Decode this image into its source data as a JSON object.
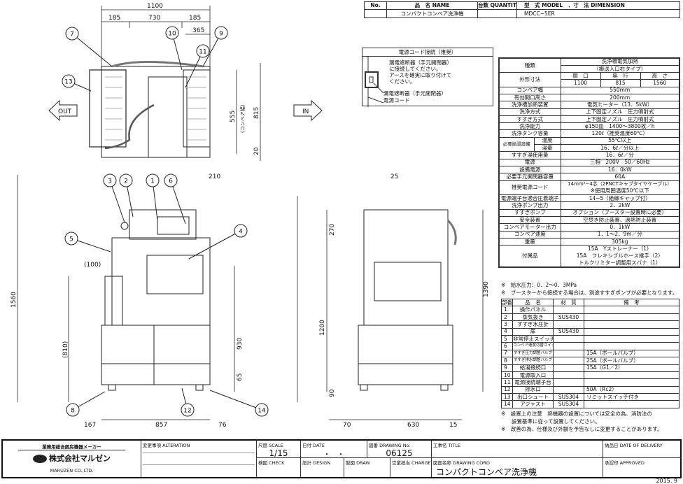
{
  "header": {
    "no": "No.",
    "name_label": "品　名 NAME",
    "quantity_label": "台数 QUANTITY",
    "model_label": "型　式 MODEL　．寸　法 DIMENSION",
    "product_name": "コンパクトコンベア洗浄機",
    "model": "MDCC−5ER"
  },
  "power_cord_box": {
    "title": "電源コード接続（推奨）",
    "text1": "漏電遮断器（手元開閉器）",
    "text2": "に接続してください。",
    "text3": "アースを確実に取り付けて",
    "text4": "ください。",
    "label_breaker": "漏電遮断器（手元開閉器）",
    "label_cord": "電源コード"
  },
  "spec": {
    "type_label": "種類",
    "type_value1": "洗浄槽電気加熱",
    "type_value2": "（搬送入口右タイプ）",
    "dim_label": "外形寸法",
    "dim_w_label": "間　口",
    "dim_d_label": "奥　行",
    "dim_h_label": "高　さ",
    "dim_w": "1100",
    "dim_d": "815",
    "dim_h": "1560",
    "rows": [
      {
        "label": "コンベア幅",
        "value": "550mm"
      },
      {
        "label": "有効開口高さ",
        "value": "200mm"
      },
      {
        "label": "洗浄槽加熱装置",
        "value": "電気ヒーター（13．5kW）"
      },
      {
        "label": "洗浄方式",
        "value": "上下固定ノズル　圧力噴射式"
      },
      {
        "label": "すすぎ方式",
        "value": "上下固定ノズル　圧力噴射式"
      },
      {
        "label": "洗浄能力",
        "value": "φ150皿　1400〜3800枚／h"
      },
      {
        "label": "洗浄タンク容量",
        "value": "120ℓ（推奨温度60℃）"
      }
    ],
    "hotwater_label": "必要給湯設備",
    "hotwater_temp_label": "温度",
    "hotwater_temp": "55℃以上",
    "hotwater_flow_label": "湯量",
    "hotwater_flow": "16．6ℓ／分以上",
    "rows2": [
      {
        "label": "すすぎ湯使用量",
        "value": "16．6ℓ／分"
      },
      {
        "label": "電源",
        "value": "三相　200V　50／60Hz"
      },
      {
        "label": "設備電源",
        "value": "16．0kW"
      },
      {
        "label": "必要手元開閉器容量",
        "value": "60A"
      }
    ],
    "cord_label": "推奨電源コード",
    "cord_value1": "14mm²−4芯（2PNCTキャブタイヤケーブル）",
    "cord_value2": "※使用周囲温度50℃以下",
    "rows3": [
      {
        "label": "電源端子台適合圧着端子",
        "value": "14−5（絶縁キャップ付）"
      },
      {
        "label": "洗浄ポンプ出力",
        "value": "2．2kW"
      },
      {
        "label": "すすぎポンプ",
        "value": "オプション（ブースター設置時に必要）"
      },
      {
        "label": "安全装置",
        "value": "空焚き防止装置、過熱防止装置"
      },
      {
        "label": "コンベアモーター出力",
        "value": "0．1kW"
      },
      {
        "label": "コンベア速度",
        "value": "1．1〜2．9m／分"
      },
      {
        "label": "重量",
        "value": "305kg"
      }
    ],
    "accessories_label": "付属品",
    "accessories": [
      "15A　Yストレーナー（1）",
      "15A　フレキシブルホース継手（2）",
      "トルクリミター調整用スパナ（1）"
    ],
    "notes": [
      "※　給水圧力：0．2〜0．3MPa",
      "※　ブースターから接続する場合は、別途すすぎポンプが必要となります。"
    ]
  },
  "parts": {
    "headers": [
      "部番",
      "品　名",
      "材　質",
      "備　考"
    ],
    "rows": [
      [
        "1",
        "操作パネル",
        "",
        ""
      ],
      [
        "2",
        "蒸気抜き",
        "SUS430",
        ""
      ],
      [
        "3",
        "すすぎ水圧計",
        "",
        ""
      ],
      [
        "4",
        "扉",
        "SUS430",
        ""
      ],
      [
        "5",
        "非常停止スイッチ",
        "",
        ""
      ],
      [
        "6",
        "コンベア速度切替スイッチ",
        "",
        ""
      ],
      [
        "7",
        "すすぎ圧力調整バルブ",
        "",
        "15A（ボールバルブ）"
      ],
      [
        "8",
        "すすぎ排水調整バルブ",
        "",
        "25A（ボールバルブ）"
      ],
      [
        "9",
        "給湯接続口",
        "",
        "15A（G1／2）"
      ],
      [
        "10",
        "電源取入口",
        "",
        ""
      ],
      [
        "11",
        "電源接続端子台",
        "",
        ""
      ],
      [
        "12",
        "排水口",
        "",
        "50A（Rc2）"
      ],
      [
        "13",
        "出口シュート",
        "SUS304",
        "リミットスイッチ付き"
      ],
      [
        "14",
        "アジャスト",
        "SUS304",
        ""
      ]
    ],
    "notes": [
      "※　設置上の注意　熱機器の設置については安全の為、消防法の",
      "　　設置基準に従って設置してください。",
      "※　改善の為、仕様及び外観を予告なしに変更することがあります。"
    ]
  },
  "drawing": {
    "dims": {
      "d1100": "1100",
      "d185a": "185",
      "d730": "730",
      "d185b": "185",
      "d365": "365",
      "d555": "555",
      "conveyor_width": "(コンベア幅)",
      "d815": "815",
      "d20": "20",
      "d210": "210",
      "d25": "25",
      "d100": "(100)",
      "d810": "(810)",
      "d1560": "1560",
      "d930": "930",
      "d65": "65",
      "d167": "167",
      "d857": "857",
      "d76": "76",
      "d270": "270",
      "d1200": "1200",
      "d1390": "1390",
      "d90": "90",
      "d70": "70",
      "d630": "630",
      "d15": "15"
    },
    "out_label": "OUT",
    "in_label": "IN",
    "balloons": [
      "1",
      "2",
      "3",
      "4",
      "5",
      "6",
      "7",
      "8",
      "9",
      "10",
      "11",
      "12",
      "13",
      "14"
    ]
  },
  "titleblock": {
    "maker_tagline": "業務用総合厨房機器メーカー",
    "company_jp": "株式会社マルゼン",
    "company_en": "MARUZEN CO.,LTD.",
    "alteration_label": "変更事項 ALTERATION",
    "scale_label": "尺度 SCALE",
    "scale": "1/15",
    "date_label": "日付 DATE",
    "date": "・　・",
    "drawing_no_label": "図番 DRAWING No.",
    "drawing_no": "06125",
    "title_label": "工事名 TITLE",
    "delivery_label": "納品日 DATE OF DELIVERY",
    "check_label": "検図 CHECK",
    "design_label": "設計 DESIGN",
    "draw_label": "製図 DRAW",
    "charge_label": "営業担当 CHARGE",
    "drawing_name_label": "図面名称 DRAWING CORD",
    "drawing_name": "コンパクトコンベア洗浄機",
    "approved_label": "承認印 APPROVED"
  },
  "footer_date": "2015. 9"
}
